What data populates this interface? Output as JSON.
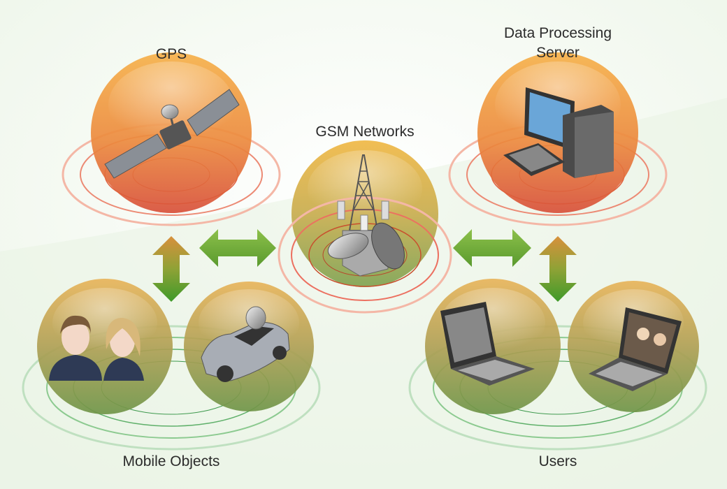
{
  "nodes": {
    "gps": {
      "label": "GPS"
    },
    "server": {
      "label_line1": "Data Processing",
      "label_line2": "Server"
    },
    "gsm": {
      "label": "GSM Networks"
    },
    "mobile": {
      "label": "Mobile Objects"
    },
    "users": {
      "label": "Users"
    }
  },
  "colors": {
    "sphere_orange": "#f2a23c",
    "sphere_red": "#e0663a",
    "sphere_olive": "#8fa64d",
    "ring_red": "#e8705a",
    "ring_green": "#5fb86a",
    "arrow_green": "#4e9a2a",
    "arrow_orange": "#d08a3a"
  },
  "icons": [
    "satellite-icon",
    "computer-icon",
    "cell-tower-icon",
    "people-icon",
    "car-icon",
    "laptop-icon",
    "laptop-video-call-icon"
  ]
}
